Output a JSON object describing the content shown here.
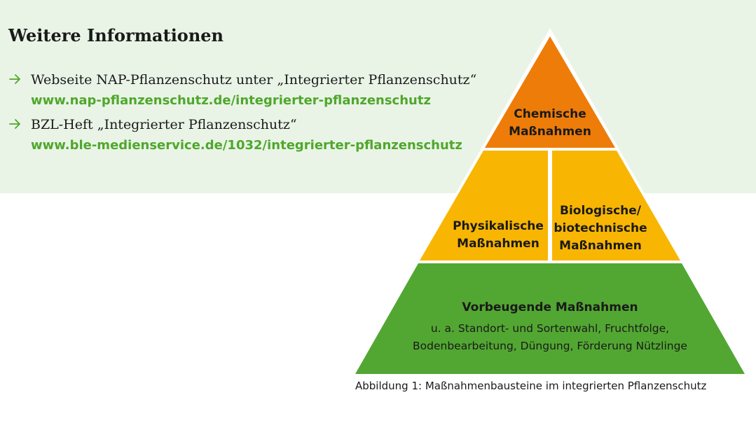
{
  "info": {
    "heading": "Weitere Informationen",
    "links": [
      {
        "title": "Webseite NAP-Pflanzenschutz unter „Integrierter Pflanzenschutz“",
        "url": "www.nap-pflanzenschutz.de/integrierter-pflanzenschutz"
      },
      {
        "title": "BZL-Heft „Integrierter Pflanzenschutz“",
        "url": "www.ble-medienservice.de/1032/integrierter-pflanzenschutz"
      }
    ]
  },
  "pyramid": {
    "top": {
      "line1": "Chemische",
      "line2": "Maßnahmen"
    },
    "middle_left": {
      "line1": "Physikalische",
      "line2": "Maßnahmen"
    },
    "middle_right": {
      "line1": "Biologische/",
      "line2": "biotechnische",
      "line3": "Maßnahmen"
    },
    "base": {
      "title": "Vorbeugende Maßnahmen",
      "desc_line1": "u. a. Standort- und Sortenwahl, Fruchtfolge,",
      "desc_line2": "Bodenbearbeitung, Düngung, Förderung Nützlinge"
    }
  },
  "caption": "Abbildung 1: Maßnahmenbausteine im integrierten Pflanzenschutz",
  "colors": {
    "panel_bg": "#e9f4e6",
    "top_tier": "#ee7c08",
    "middle_tier": "#f8b602",
    "base_tier": "#52a732",
    "link_green": "#4fa72c"
  }
}
